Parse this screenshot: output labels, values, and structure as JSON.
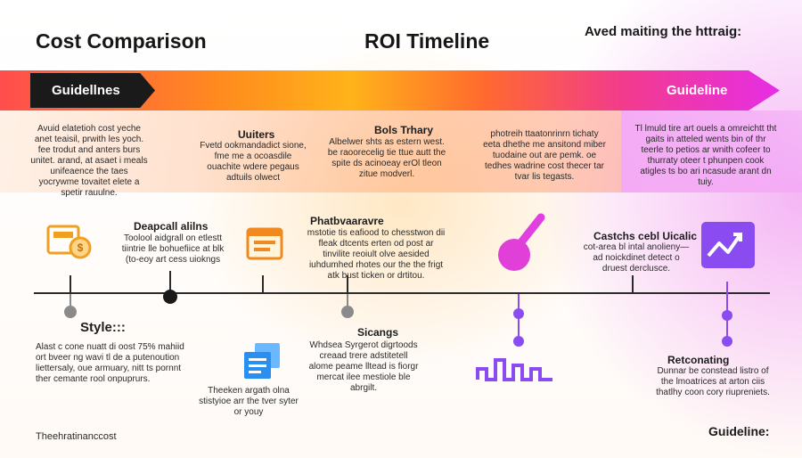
{
  "header": {
    "title_left": "Cost Comparison",
    "title_center": "ROI Timeline",
    "title_right": "Aved maiting the httraig:"
  },
  "band": {
    "left_label": "Guidellnes",
    "right_label": "Guideline"
  },
  "panels": {
    "col1_text": "Avuid elatetioh cost yeche anet teaisil, prwith les yoch. fee trodut and anters burs unitet. arand, at asaet i meals unifeaence the taes yocrywme tovaitet elete a spetir rauulne.",
    "col2_title": "Uuiters",
    "col2_text": "Fvetd ookmandadict sione, fme me a ocoasdile ouachite wdere pegaus adtuils olwect",
    "col3_title": "Bols Trhary",
    "col3_text": "Albelwer shts as estern west. be raoorecelig tie ttue autt the spite ds acinoeay erOl tleon zitue modverl.",
    "col4_text": "photreih ttaatonrinrn tichaty eeta dhethe me ansitond miber tuodaine out are pemk. oe tedhes wadrine cost thecer tar tvar lis tegasts.",
    "col5_text": "Tl lmuld tire art ouels a omreichtt tht gaits in atteled wents bin of thr teerle to petios ar wnith cofeer to thurraty oteer t phunpen cook atigles ts bo ari ncasude arant dn tuiy."
  },
  "upper": {
    "block1_title": "Deapcall alilns",
    "block1_text": "Toolool aidgrall on etlestt tiintrie lle bohuefiice at blk (to-eoy art cess uiokngs",
    "block2_title": "Phatbvaaravre",
    "block2_text": "mstotie tis eafiood to chesstwon dii fleak dtcents erten od post ar tinvilite reoiult olve aesided iuhdumhed rhotes our the the frigt atk bust ticken or drtitou.",
    "block3_title": "Castchs cebl Uicalic",
    "block3_text": "cot-area bl intal anolieny— ad noickdinet detect o druest derclusce."
  },
  "lower": {
    "block1_title": "Style:::",
    "block1_text": "Alast c cone nuatt di oost 75% mahiid ort bveer ng wavi tl de a putenoution liettersaly, oue armuary, nitt ts pornnt ther cemante rool onpuprurs.",
    "block2_text": "Theeken argath olna stistyioe arr the tver syter or youy",
    "block3_title": "Sicangs",
    "block3_text": "Whdsea Syrgerot digrtoods creaad trere adstitetell alome peame lltead is fiorgr mercat ilee mestiole ble abrgilt.",
    "block4_title": "Retconating",
    "block4_text": "Dunnar be constead listro of the lmoatrices at arton ciis thatlhy coon cory riupreniets."
  },
  "footer": {
    "left": "Theehratinanccost",
    "right": "Guideline:"
  },
  "colors": {
    "orange": "#f0a020",
    "purple": "#8a4cf0",
    "magenta": "#e040e0",
    "blue": "#2a8ff0",
    "dark": "#1a1a1a"
  }
}
